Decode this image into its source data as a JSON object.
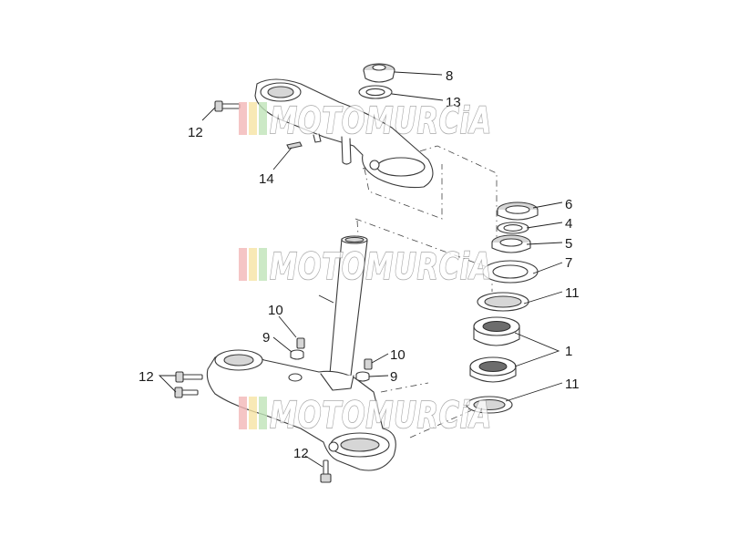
{
  "callouts": {
    "c1": "1",
    "c4": "4",
    "c5": "5",
    "c6": "6",
    "c7": "7",
    "c8": "8",
    "c9a": "9",
    "c9b": "9",
    "c10a": "10",
    "c10b": "10",
    "c11a": "11",
    "c11b": "11",
    "c12a": "12",
    "c12b": "12",
    "c12c": "12",
    "c12d": "13",
    "c14": "14"
  },
  "watermark": {
    "text": "MOTOMURCiA",
    "stripe_colors": [
      "#f2b6b6",
      "#f6e3a4",
      "#bfe3b8"
    ]
  }
}
